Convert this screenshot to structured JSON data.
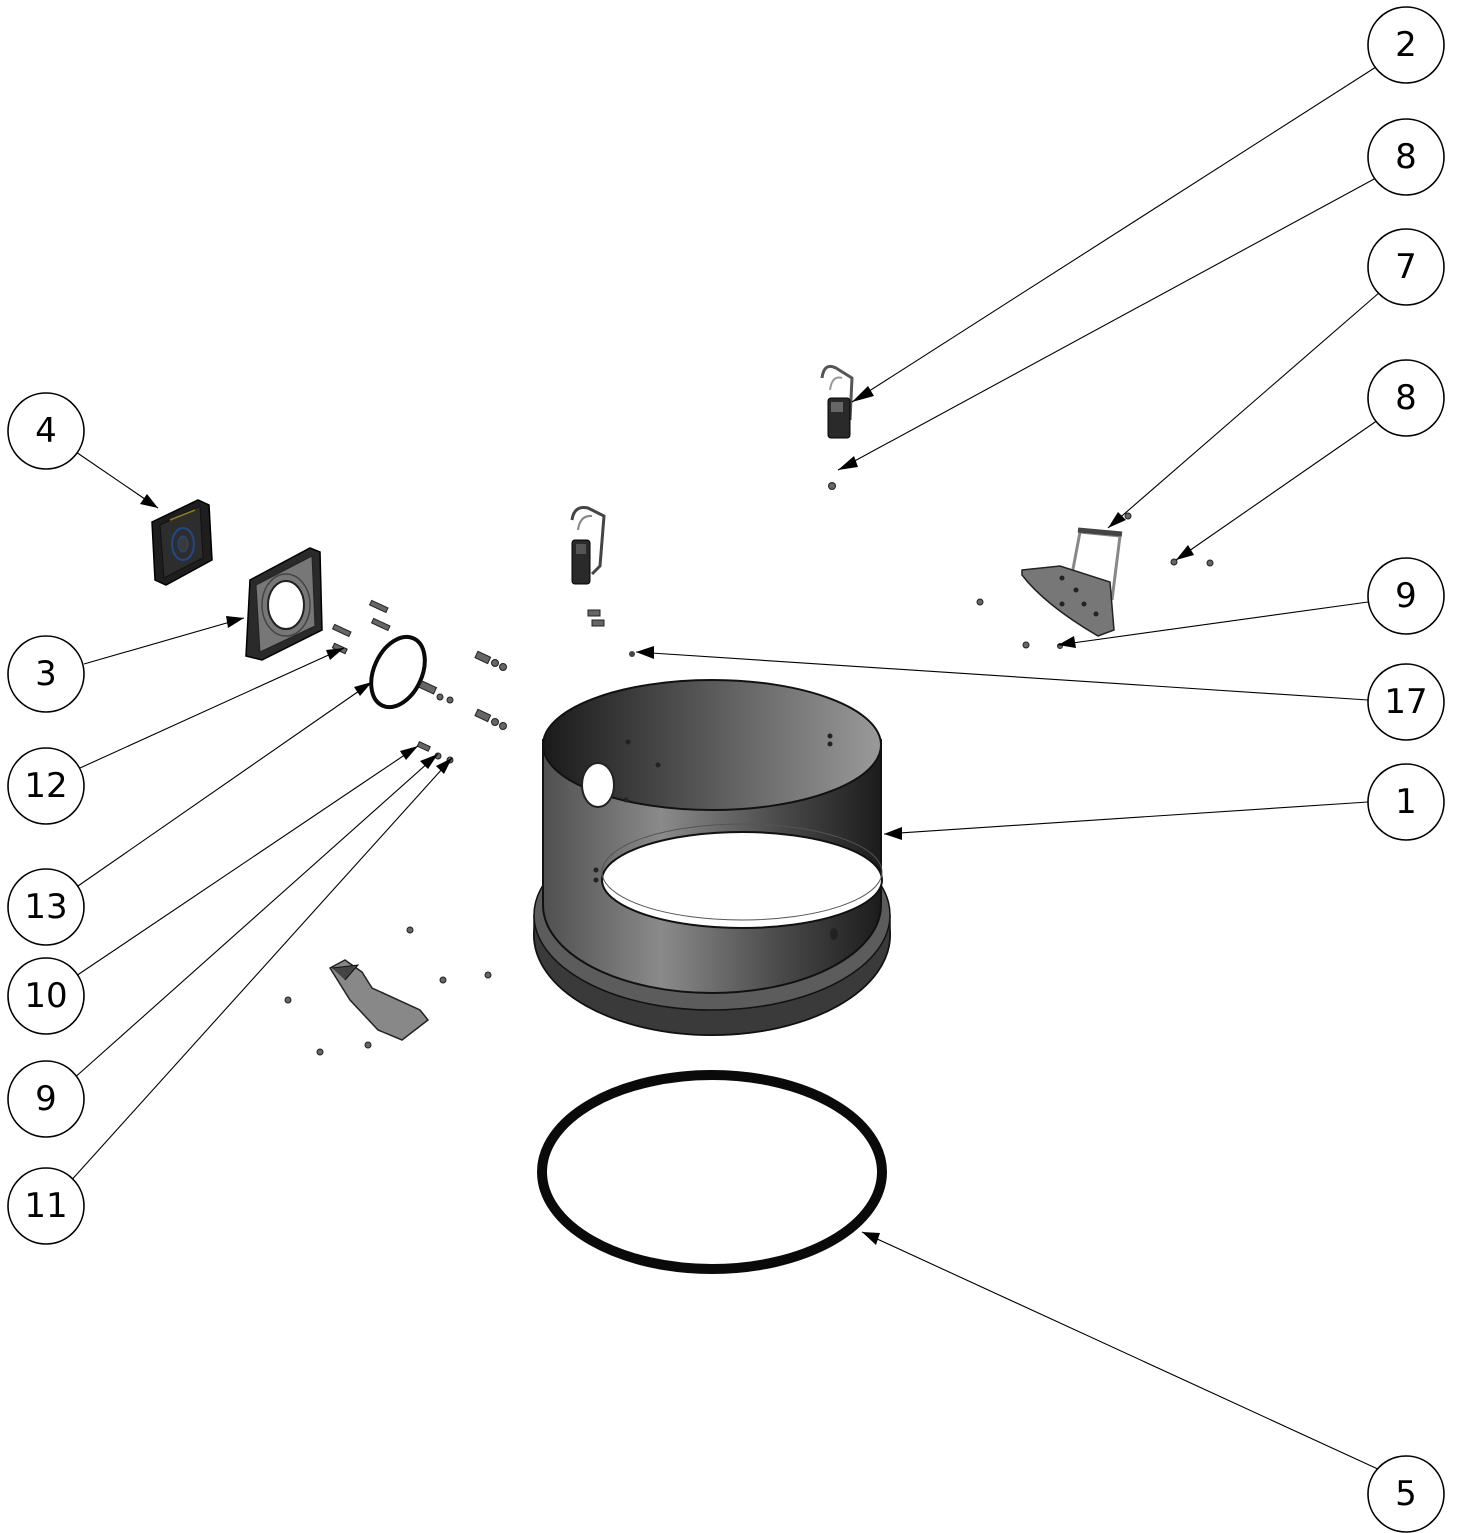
{
  "diagram": {
    "type": "exploded-assembly-drawing",
    "colors": {
      "line": "#000000",
      "background": "#ffffff",
      "part_dark": "#2b2b2b",
      "part_mid": "#6e6e6e",
      "part_light": "#9a9a9a"
    },
    "balloons": [
      {
        "id": "b2-top",
        "label": "2"
      },
      {
        "id": "b8-upper",
        "label": "8"
      },
      {
        "id": "b7",
        "label": "7"
      },
      {
        "id": "b8-lower",
        "label": "8"
      },
      {
        "id": "b9-right",
        "label": "9"
      },
      {
        "id": "b17",
        "label": "17"
      },
      {
        "id": "b1",
        "label": "1"
      },
      {
        "id": "b5",
        "label": "5"
      },
      {
        "id": "b4",
        "label": "4"
      },
      {
        "id": "b3",
        "label": "3"
      },
      {
        "id": "b12",
        "label": "12"
      },
      {
        "id": "b13",
        "label": "13"
      },
      {
        "id": "b10",
        "label": "10"
      },
      {
        "id": "b9-left",
        "label": "9"
      },
      {
        "id": "b11",
        "label": "11"
      }
    ],
    "parts": [
      {
        "name": "cylinder-housing",
        "item": "1"
      },
      {
        "name": "latch-upper-right",
        "item": "2"
      },
      {
        "name": "flange-plate",
        "item": "3"
      },
      {
        "name": "cover-cap",
        "item": "4"
      },
      {
        "name": "gasket-ring-large",
        "item": "5"
      },
      {
        "name": "handle-bracket",
        "item": "7"
      },
      {
        "name": "screw",
        "item": "8"
      },
      {
        "name": "washer",
        "item": "9"
      },
      {
        "name": "bolt",
        "item": "10"
      },
      {
        "name": "nut",
        "item": "11"
      },
      {
        "name": "short-screw",
        "item": "12"
      },
      {
        "name": "o-ring-small",
        "item": "13"
      },
      {
        "name": "rivet",
        "item": "17"
      }
    ]
  }
}
